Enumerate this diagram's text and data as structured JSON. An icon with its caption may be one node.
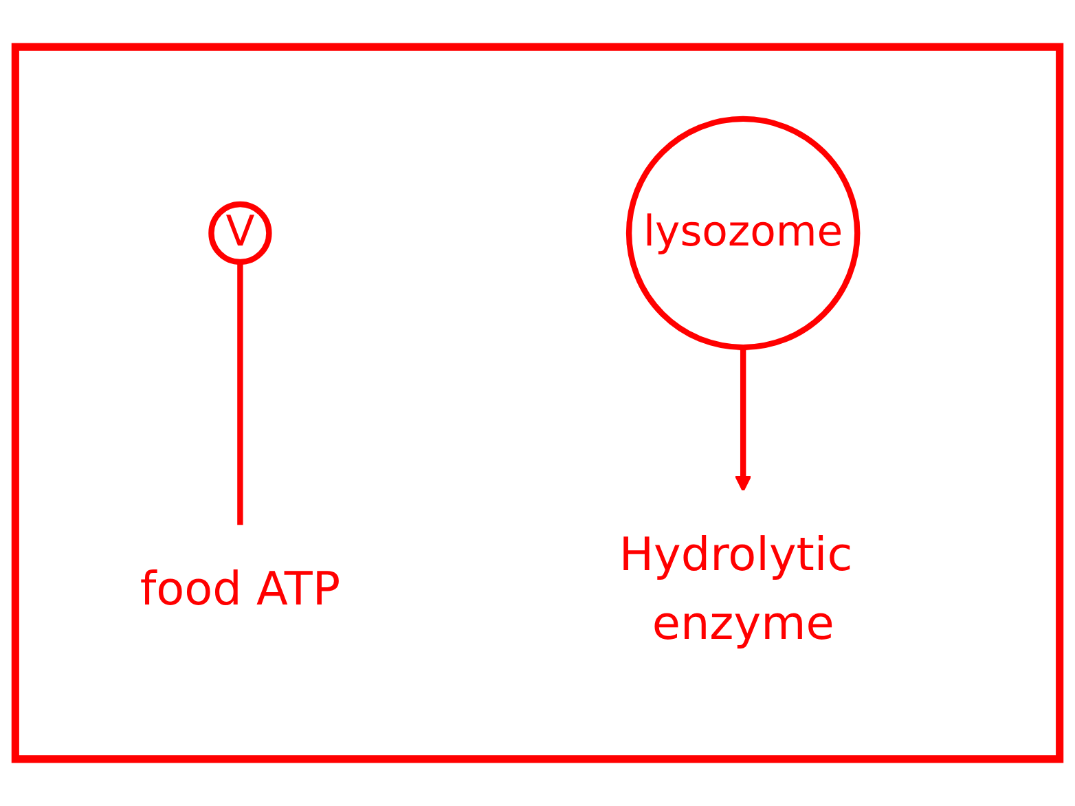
{
  "diagram": {
    "nodes": [
      {
        "text": [],
        "shape": "box"
      },
      {
        "text": [
          "V"
        ],
        "in": 0
      },
      {
        "text": [
          "food ATP"
        ],
        "in": 0
      },
      {
        "text": [
          "Hydrolytic enzyme"
        ],
        "in": 0
      },
      {
        "text": [
          "lysozome"
        ],
        "in": 0
      }
    ],
    "edges": [
      {
        "from": 1,
        "to": 2,
        "arrow": "none"
      },
      {
        "from": 4,
        "to": 3,
        "arrow": "to"
      }
    ]
  }
}
